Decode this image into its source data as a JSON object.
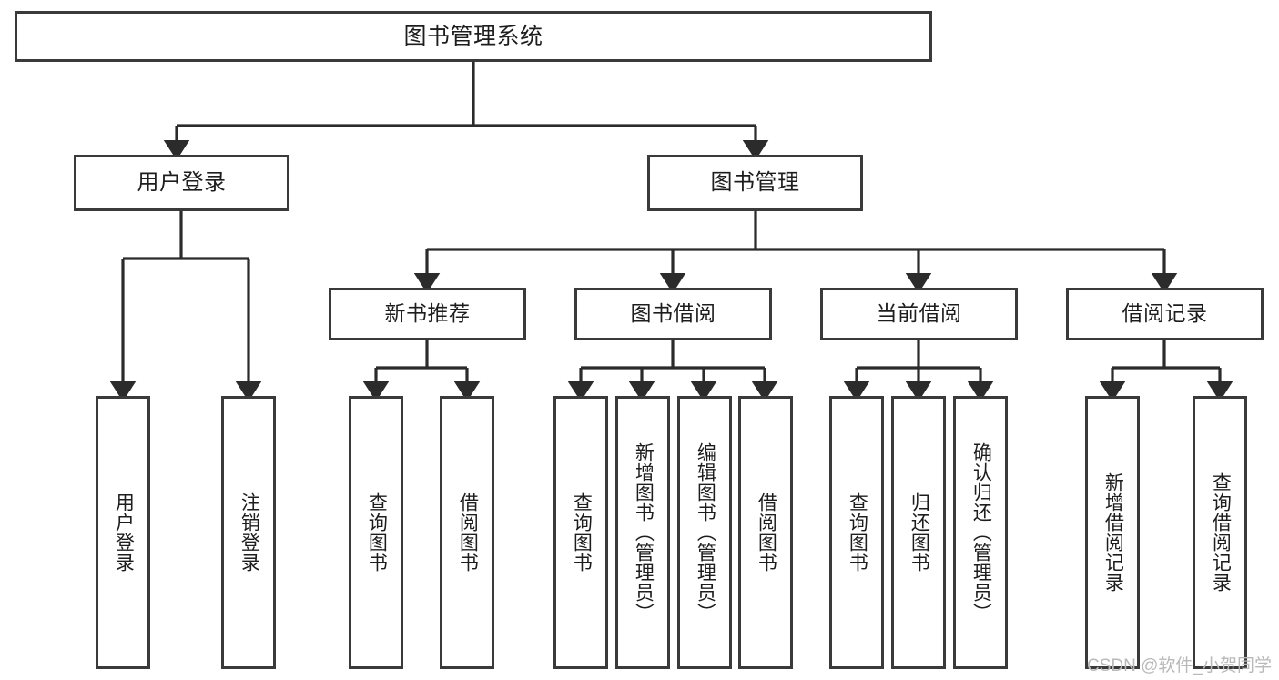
{
  "diagram": {
    "type": "tree",
    "title": "图书管理系统",
    "watermark": "CSDN @软件_小贺同学",
    "colors": {
      "box_border": "#3a3a3a",
      "box_fill": "#ffffff",
      "edge": "#2b2b2b",
      "text": "#1d1d1d",
      "watermark": "#b9b9b9"
    },
    "nodes": {
      "root": {
        "label": "图书管理系统"
      },
      "level2": [
        {
          "id": "user-login",
          "label": "用户登录"
        },
        {
          "id": "book-manage",
          "label": "图书管理"
        }
      ],
      "level3": [
        {
          "id": "new-book-rec",
          "label": "新书推荐"
        },
        {
          "id": "book-borrow",
          "label": "图书借阅"
        },
        {
          "id": "current-borrow",
          "label": "当前借阅"
        },
        {
          "id": "borrow-record",
          "label": "借阅记录"
        }
      ],
      "leaves": [
        {
          "id": "leaf-user-login",
          "label": "用户登录",
          "parent": "user-login"
        },
        {
          "id": "leaf-logout",
          "label": "注销登录",
          "parent": "user-login"
        },
        {
          "id": "leaf-query-book-1",
          "label": "查询图书",
          "parent": "new-book-rec"
        },
        {
          "id": "leaf-borrow-book-1",
          "label": "借阅图书",
          "parent": "new-book-rec"
        },
        {
          "id": "leaf-query-book-2",
          "label": "查询图书",
          "parent": "book-borrow"
        },
        {
          "id": "leaf-add-book",
          "label": "新增图书（管理员）",
          "parent": "book-borrow"
        },
        {
          "id": "leaf-edit-book",
          "label": "编辑图书（管理员）",
          "parent": "book-borrow"
        },
        {
          "id": "leaf-borrow-book-2",
          "label": "借阅图书",
          "parent": "book-borrow"
        },
        {
          "id": "leaf-query-book-3",
          "label": "查询图书",
          "parent": "current-borrow"
        },
        {
          "id": "leaf-return-book",
          "label": "归还图书",
          "parent": "current-borrow"
        },
        {
          "id": "leaf-confirm-return",
          "label": "确认归还（管理员）",
          "parent": "current-borrow"
        },
        {
          "id": "leaf-add-record",
          "label": "新增借阅记录",
          "parent": "borrow-record"
        },
        {
          "id": "leaf-query-record",
          "label": "查询借阅记录",
          "parent": "borrow-record"
        }
      ]
    }
  }
}
